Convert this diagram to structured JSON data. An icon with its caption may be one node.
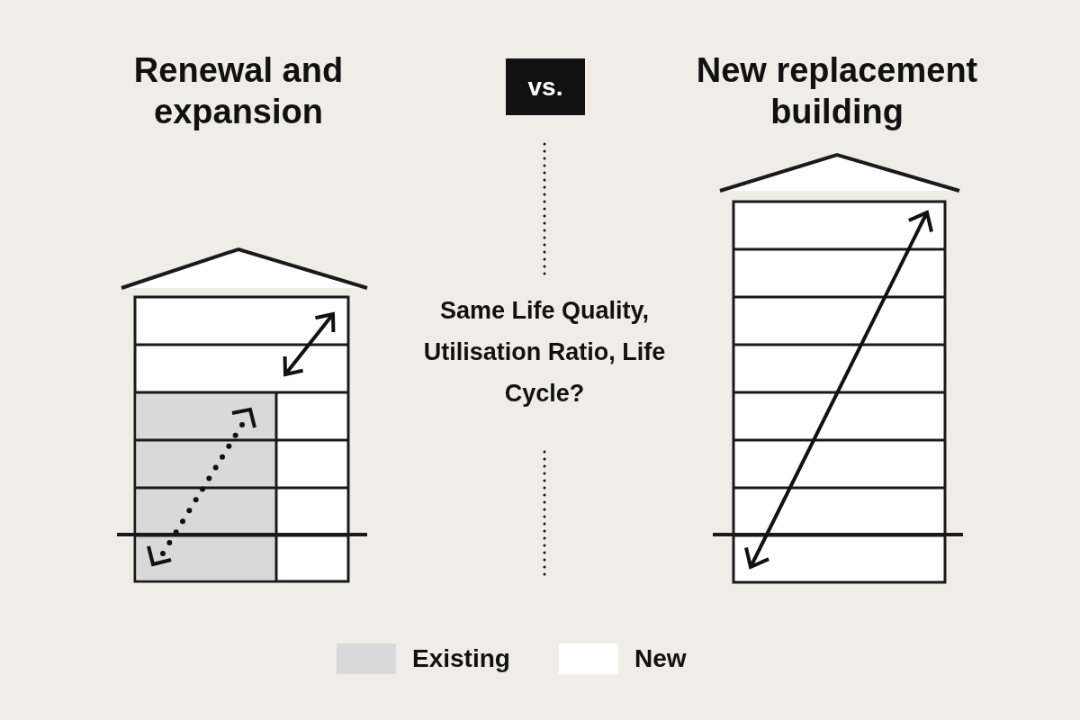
{
  "diagram": {
    "nodes": [
      {
        "text": [
          "vs."
        ]
      }
    ],
    "labels": [
      "Renewal and expansion",
      "New replacement building",
      "Same Life Quality, Utilisation Ratio, Life Cycle?"
    ],
    "legend": [
      {
        "text": "Existing",
        "color": "#d9d9d9"
      },
      {
        "text": "New",
        "color": "#ffffff"
      }
    ]
  }
}
